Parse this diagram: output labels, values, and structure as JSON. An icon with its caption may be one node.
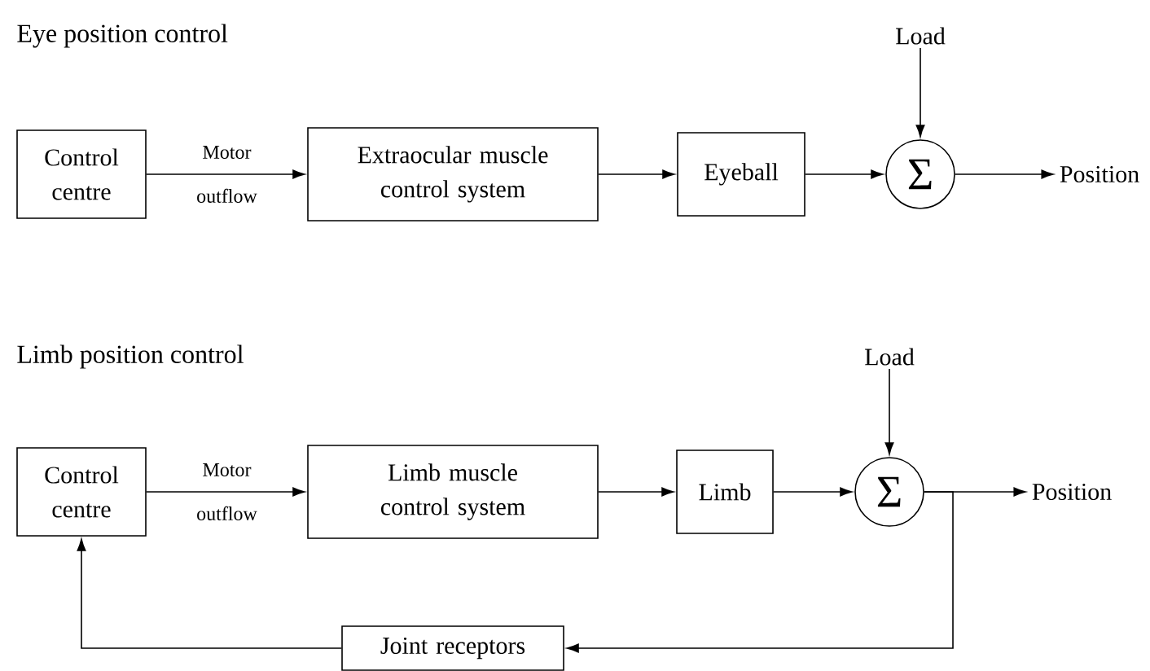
{
  "diagram": {
    "nodes": [
      {
        "text": [
          "Control centre"
        ]
      },
      {
        "text": [
          "Extraocular muscle control system"
        ]
      },
      {
        "text": [
          "Eyeball"
        ]
      },
      {
        "text": [
          "Σ"
        ]
      },
      {
        "text": [
          "Load"
        ]
      },
      {
        "text": [
          "Position"
        ]
      },
      {
        "text": [
          "Control centre"
        ]
      },
      {
        "text": [
          "Limb muscle control system"
        ]
      },
      {
        "text": [
          "Limb"
        ]
      },
      {
        "text": [
          "Σ"
        ]
      },
      {
        "text": [
          "Load"
        ]
      },
      {
        "text": [
          "Position"
        ]
      },
      {
        "text": [
          "Joint receptors"
        ]
      }
    ],
    "edges": [
      {
        "from": 0,
        "to": 1,
        "arrow": "to",
        "label": "Motor outflow"
      },
      {
        "from": 1,
        "to": 2,
        "arrow": "to"
      },
      {
        "from": 2,
        "to": 3,
        "arrow": "to"
      },
      {
        "from": 4,
        "to": 3,
        "arrow": "to"
      },
      {
        "from": 3,
        "to": 5,
        "arrow": "to"
      },
      {
        "from": 6,
        "to": 7,
        "arrow": "to",
        "label": "Motor outflow"
      },
      {
        "from": 7,
        "to": 8,
        "arrow": "to"
      },
      {
        "from": 8,
        "to": 9,
        "arrow": "to"
      },
      {
        "from": 10,
        "to": 9,
        "arrow": "to"
      },
      {
        "from": 9,
        "to": 11,
        "arrow": "to"
      },
      {
        "from": 9,
        "to": 12,
        "arrow": "to"
      },
      {
        "from": 12,
        "to": 6,
        "arrow": "to"
      }
    ],
    "labels": [
      "Eye position control",
      "Limb position control"
    ]
  }
}
